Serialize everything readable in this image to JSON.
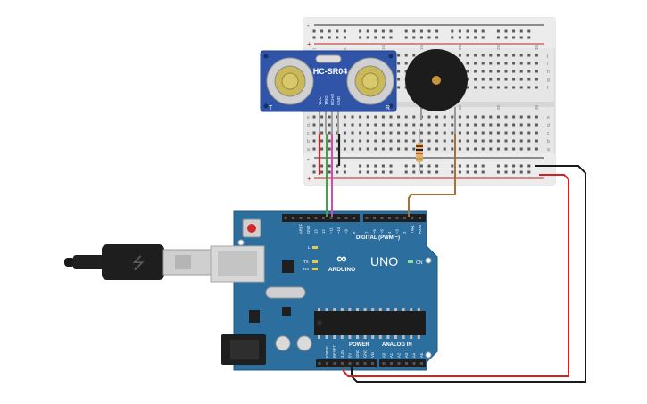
{
  "sensor": {
    "model": "HC-SR04",
    "left_mark": "T",
    "right_mark": "R",
    "pins": [
      "VCC",
      "TRIG",
      "ECHO",
      "GND"
    ]
  },
  "breadboard": {
    "row_letters_top": [
      "j",
      "i",
      "h",
      "g",
      "f"
    ],
    "row_letters_bottom": [
      "e",
      "d",
      "c",
      "b",
      "a"
    ],
    "column_numbers": [
      "1",
      "5",
      "10",
      "15",
      "20",
      "25",
      "30"
    ],
    "rail_plus": "+",
    "rail_minus": "-"
  },
  "arduino": {
    "brand": "ARDUINO",
    "model": "UNO",
    "digital_label": "DIGITAL (PWM ~)",
    "power_label": "POWER",
    "analog_label": "ANALOG IN",
    "on_label": "ON",
    "tx_label": "TX",
    "rx_label": "RX",
    "l_label": "L",
    "top_header_labels": [
      "AREF",
      "GND",
      "13",
      "12",
      "~11",
      "~10",
      "~9",
      "8",
      "7",
      "~6",
      "~5",
      "4",
      "~3",
      "2",
      "TX▸1",
      "RX◂0"
    ],
    "power_pins": [
      "IOREF",
      "RESET",
      "3.3V",
      "5V",
      "GND",
      "GND",
      "Vin"
    ],
    "analog_pins": [
      "A0",
      "A1",
      "A2",
      "A3",
      "A4",
      "A5"
    ]
  },
  "colors": {
    "board_blue": "#2c6e9e",
    "breadboard": "#e8e8e8",
    "sensor_blue": "#2f54a8",
    "wire_red": "#d62020",
    "wire_black": "#1a1a1a",
    "wire_green": "#3aa83a",
    "wire_brown": "#a8713a"
  }
}
